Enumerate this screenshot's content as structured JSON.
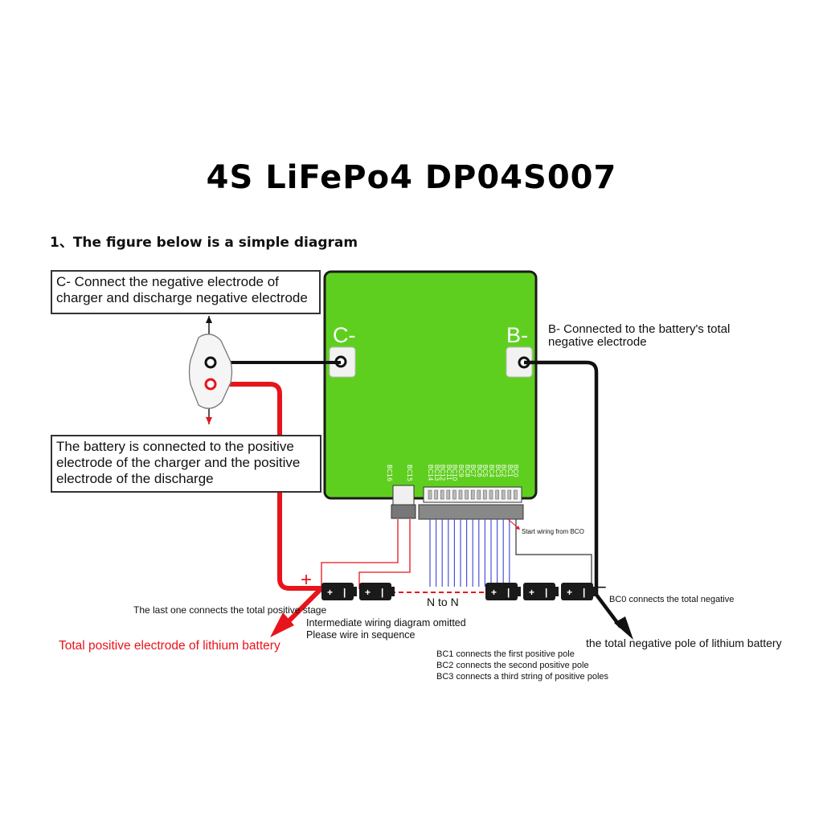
{
  "title": "4S LiFePo4  DP04S007",
  "subtitle": "1、The figure below is a simple diagram",
  "callouts": {
    "c_minus": [
      "C- Connect the negative electrode of",
      "charger and discharge negative electrode"
    ],
    "b_minus": [
      "B- Connected to the battery's total",
      "negative electrode"
    ],
    "positive": [
      "The battery is connected to the positive",
      "electrode of the charger and the positive",
      "electrode of the discharge"
    ]
  },
  "board": {
    "c_label": "C-",
    "b_label": "B-",
    "bc16": "BC16",
    "bc15": "BC15",
    "pins": [
      "BC14",
      "BC13",
      "BC12",
      "BC11",
      "BC10",
      "BC9",
      "BC8",
      "BC7",
      "BC6",
      "BC5",
      "BC4",
      "BC3",
      "BC2",
      "BC1",
      "BC0"
    ]
  },
  "labels": {
    "start_wiring": "Start wiring from BCO",
    "last_one": "The last one connects the total positive stage",
    "intermediate": [
      "Intermediate wiring diagram omitted",
      "Please wire in sequence"
    ],
    "n_to_n": "N to N",
    "bc0_total": "BC0 connects the total negative",
    "total_positive": "Total positive electrode of lithium battery",
    "total_negative": "the total negative pole of lithium battery",
    "bc_notes": [
      "BC1 connects the first positive pole",
      "BC2 connects the second positive pole",
      "BC3 connects a third string of positive poles"
    ],
    "plus_sign": "+",
    "minus_sign": "−"
  },
  "colors": {
    "board": "#5fcf1f",
    "red_wire": "#e8141b",
    "blue_wire": "#4a52d8",
    "black_wire": "#111111"
  }
}
